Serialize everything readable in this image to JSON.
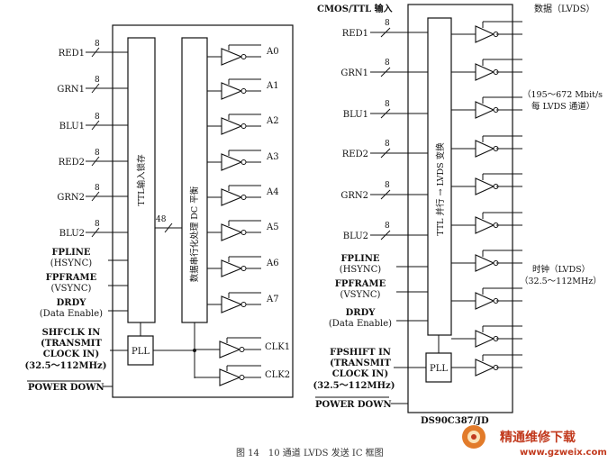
{
  "left": {
    "inputs": [
      {
        "label": "RED1"
      },
      {
        "label": "GRN1"
      },
      {
        "label": "BLU1"
      },
      {
        "label": "RED2"
      },
      {
        "label": "GRN2"
      },
      {
        "label": "BLU2"
      }
    ],
    "bus_width": "8",
    "internal_bus": "48",
    "ctrl": [
      {
        "l1": "FPLINE",
        "l2": "(HSYNC)"
      },
      {
        "l1": "FPFRAME",
        "l2": "(VSYNC)"
      },
      {
        "l1": "DRDY",
        "l2": "(Data Enable)"
      }
    ],
    "clk_in": [
      "SHFCLK IN",
      "(TRANSMIT",
      "CLOCK IN)",
      "(32.5～112MHz)"
    ],
    "power_down": "POWER DOWN",
    "latch_label": "TTL输入锁存",
    "serializer_label": "数据串行化处理 DC 平衡",
    "pll": "PLL",
    "outputs": [
      "A0",
      "A1",
      "A2",
      "A3",
      "A4",
      "A5",
      "A6",
      "A7"
    ],
    "clk_outputs": [
      "CLK1",
      "CLK2"
    ]
  },
  "right": {
    "title_in": "CMOS/TTL 输入",
    "title_out": "数据（LVDS）",
    "inputs": [
      {
        "label": "RED1"
      },
      {
        "label": "GRN1"
      },
      {
        "label": "BLU1"
      },
      {
        "label": "RED2"
      },
      {
        "label": "GRN2"
      },
      {
        "label": "BLU2"
      }
    ],
    "bus_width": "8",
    "ctrl": [
      {
        "l1": "FPLINE",
        "l2": "(HSYNC)"
      },
      {
        "l1": "FPFRAME",
        "l2": "(VSYNC)"
      },
      {
        "l1": "DRDY",
        "l2": "(Data Enable)"
      }
    ],
    "clk_in": [
      "FPSHIFT IN",
      "(TRANSMIT",
      "CLOCK IN)",
      "(32.5～112MHz)"
    ],
    "power_down": "POWER DOWN",
    "converter_label": "TTL 并行 → LVDS 变换",
    "pll": "PLL",
    "rate_note": [
      "（195～672 Mbit/s",
      "每 LVDS 通道）"
    ],
    "clock_note": [
      "时钟（LVDS）",
      "（32.5～112MHz）"
    ],
    "part_number": "DS90C387/JD"
  },
  "caption": "图 14　10 通道 LVDS 发送 IC 框图",
  "watermark": {
    "cn": "精通维修下载",
    "url": "www.gzweix.com"
  }
}
